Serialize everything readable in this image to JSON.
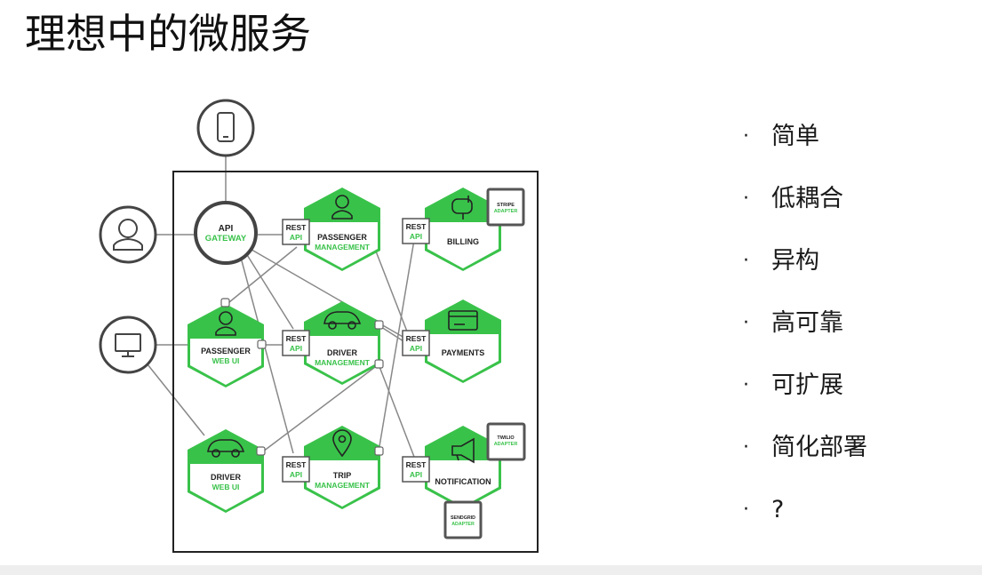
{
  "title": "理想中的微服务",
  "colors": {
    "accent": "#39c24a",
    "stroke": "#444444",
    "line": "#888888"
  },
  "diagram": {
    "api_gateway": {
      "line1": "API",
      "line2": "GATEWAY"
    },
    "rest": "REST",
    "api": "API",
    "passenger_management": {
      "line1": "PASSENGER",
      "line2": "MANAGEMENT"
    },
    "driver_management": {
      "line1": "DRIVER",
      "line2": "MANAGEMENT"
    },
    "trip_management": {
      "line1": "TRIP",
      "line2": "MANAGEMENT"
    },
    "passenger_web_ui": {
      "line1": "PASSENGER",
      "line2": "WEB UI"
    },
    "driver_web_ui": {
      "line1": "DRIVER",
      "line2": "WEB UI"
    },
    "billing": "BILLING",
    "payments": "PAYMENTS",
    "notification": "NOTIFICATION",
    "stripe_adapter": {
      "line1": "STRIPE",
      "line2": "ADAPTER"
    },
    "twilio_adapter": {
      "line1": "TWILIO",
      "line2": "ADAPTER"
    },
    "sendgrid_adapter": {
      "line1": "SENDGRID",
      "line2": "ADAPTER"
    }
  },
  "bullets": [
    "简单",
    "低耦合",
    "异构",
    "高可靠",
    "可扩展",
    "简化部署",
    "?"
  ],
  "bullet_marker": "·"
}
